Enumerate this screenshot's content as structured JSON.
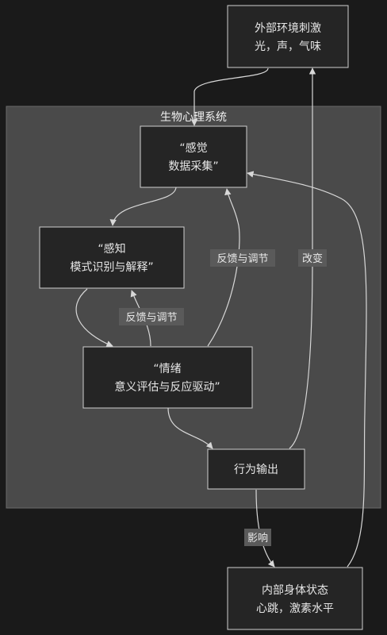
{
  "cluster": {
    "title": "生物心理系统"
  },
  "nodes": {
    "external": {
      "line1": "外部环境刺激",
      "line2": "光，声，气味"
    },
    "sensation": {
      "line1": "“感觉",
      "line2": "数据采集”"
    },
    "perception": {
      "line1": "“感知",
      "line2": "模式识别与解释”"
    },
    "emotion": {
      "line1": "“情绪",
      "line2": "意义评估与反应驱动”"
    },
    "behavior": {
      "line1": "行为输出"
    },
    "internal": {
      "line1": "内部身体状态",
      "line2": "心跳，激素水平"
    }
  },
  "edge_labels": {
    "emotion_to_perception": "反馈与调节",
    "emotion_to_sensation": "反馈与调节",
    "behavior_to_external": "改变",
    "behavior_to_internal": "影响"
  },
  "colors": {
    "background": "#1a1a1a",
    "cluster_fill": "#4a4a4a",
    "node_fill": "#252525",
    "node_stroke": "#d0d0d0",
    "edge": "#d8d8d8",
    "edge_label_bg": "#5a5a5a"
  }
}
